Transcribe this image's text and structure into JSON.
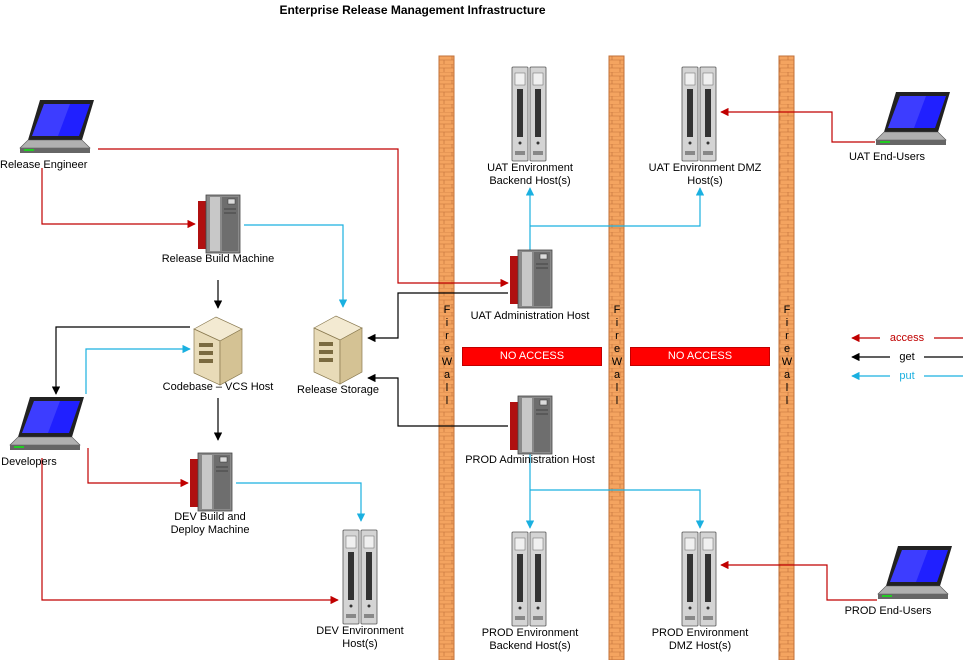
{
  "title": "Enterprise Release Management Infrastructure",
  "nodes": {
    "release_engineer": "Release Engineer",
    "release_build_machine": "Release Build Machine",
    "codebase_vcs_host": "Codebase – VCS Host",
    "release_storage": "Release Storage",
    "developers": "Developers",
    "dev_build_deploy": [
      "DEV Build and",
      "Deploy Machine"
    ],
    "dev_env_host": [
      "DEV Environment",
      "Host(s)"
    ],
    "uat_backend": [
      "UAT Environment",
      "Backend Host(s)"
    ],
    "uat_dmz": [
      "UAT Environment DMZ",
      "Host(s)"
    ],
    "uat_end_users": "UAT End-Users",
    "uat_admin": "UAT Administration Host",
    "prod_admin": "PROD Administration Host",
    "prod_backend": [
      "PROD Environment",
      "Backend Host(s)"
    ],
    "prod_dmz": [
      "PROD Environment",
      "DMZ Host(s)"
    ],
    "prod_end_users": "PROD End-Users"
  },
  "firewall_text": "FireWall",
  "no_access": [
    "NO ACCESS",
    "NO ACCESS"
  ],
  "legend": {
    "access": "access",
    "get": "get",
    "put": "put"
  },
  "colors": {
    "access": "#c00000",
    "get": "#000000",
    "put": "#1ab0e0",
    "firewall": "#f4a460",
    "no_access": "#ff0000"
  }
}
